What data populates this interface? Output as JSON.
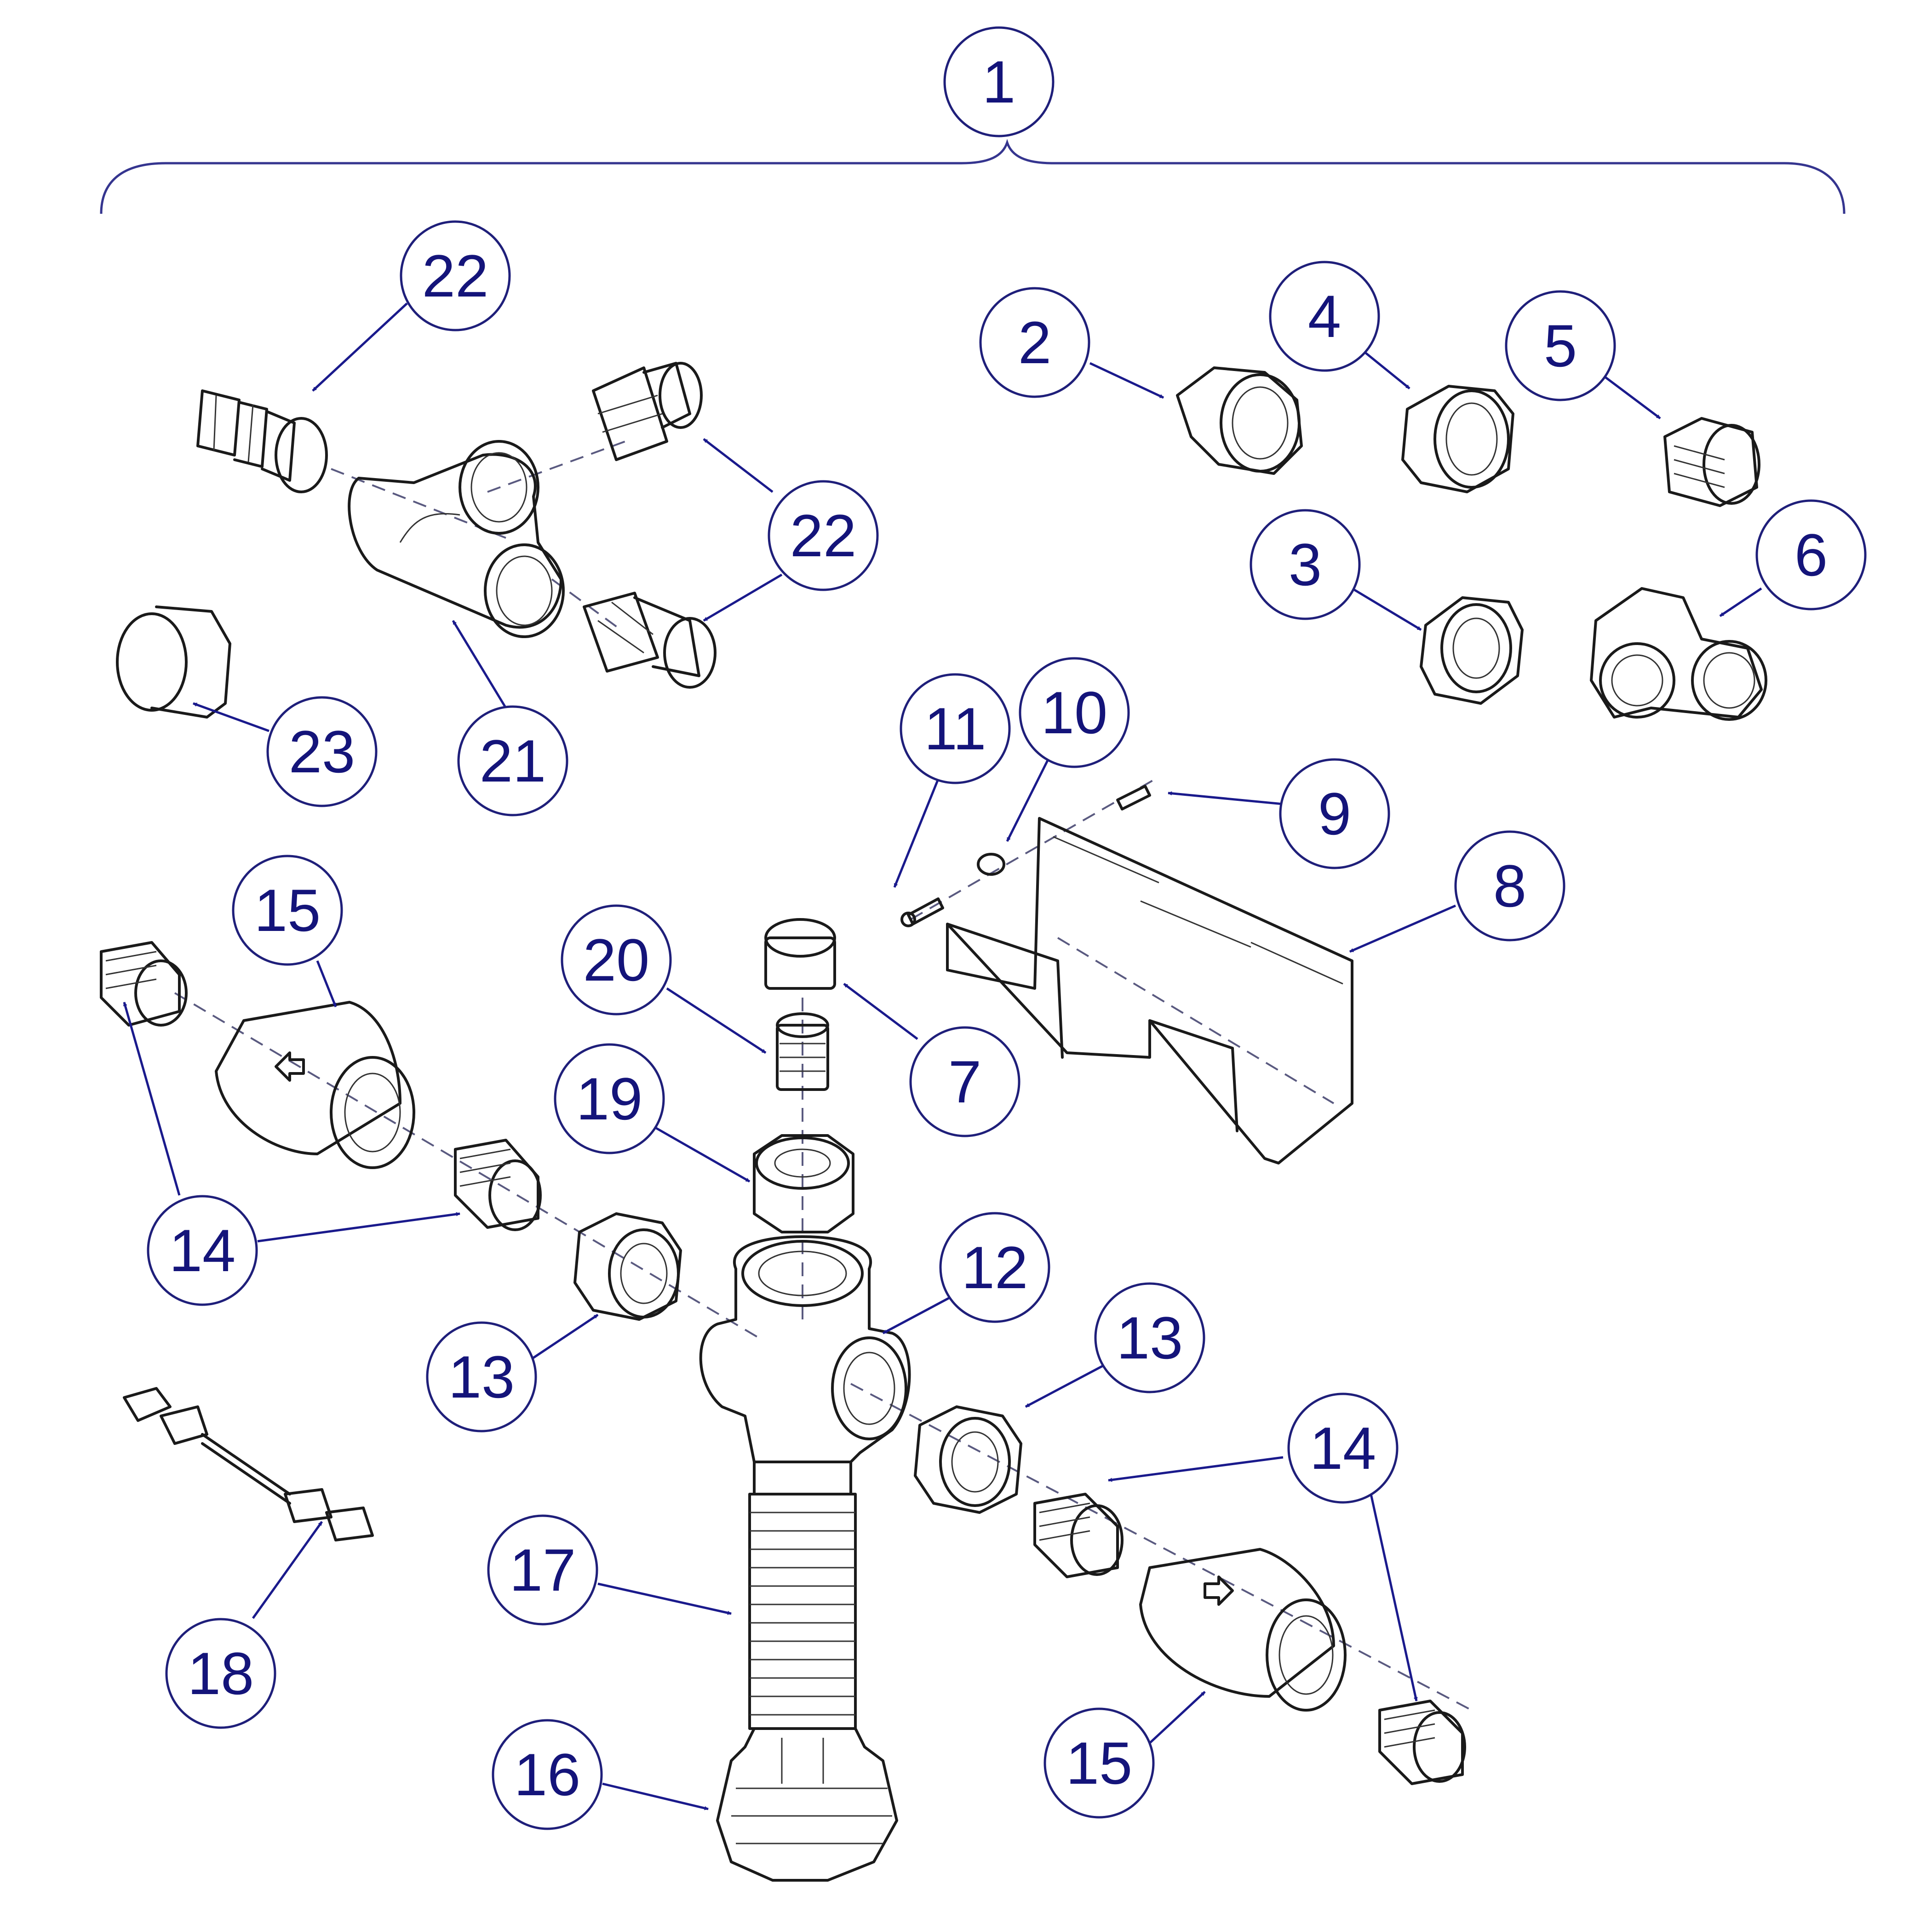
{
  "accent_color": "#14147a",
  "callouts": [
    {
      "label": "1"
    },
    {
      "label": "2"
    },
    {
      "label": "3"
    },
    {
      "label": "4"
    },
    {
      "label": "5"
    },
    {
      "label": "6"
    },
    {
      "label": "7"
    },
    {
      "label": "8"
    },
    {
      "label": "9"
    },
    {
      "label": "10"
    },
    {
      "label": "11"
    },
    {
      "label": "12"
    },
    {
      "label": "13"
    },
    {
      "label": "13"
    },
    {
      "label": "14"
    },
    {
      "label": "14"
    },
    {
      "label": "15"
    },
    {
      "label": "15"
    },
    {
      "label": "16"
    },
    {
      "label": "17"
    },
    {
      "label": "18"
    },
    {
      "label": "19"
    },
    {
      "label": "20"
    },
    {
      "label": "21"
    },
    {
      "label": "22"
    },
    {
      "label": "22"
    },
    {
      "label": "23"
    }
  ]
}
